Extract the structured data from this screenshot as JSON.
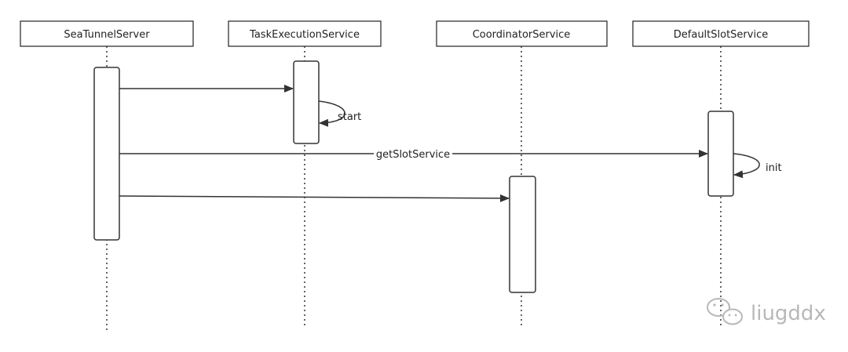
{
  "participants": [
    {
      "id": "seatunnelserver",
      "label": "SeaTunnelServer"
    },
    {
      "id": "taskexecutionservice",
      "label": "TaskExecutionService"
    },
    {
      "id": "coordinatorservice",
      "label": "CoordinatorService"
    },
    {
      "id": "defaultslotservice",
      "label": "DefaultSlotService"
    }
  ],
  "messages": [
    {
      "id": "m1",
      "from": "SeaTunnelServer",
      "to": "TaskExecutionService",
      "label": ""
    },
    {
      "id": "m2",
      "from": "TaskExecutionService",
      "to": "TaskExecutionService",
      "label": "start"
    },
    {
      "id": "m3",
      "from": "SeaTunnelServer",
      "to": "DefaultSlotService",
      "label": "getSlotService"
    },
    {
      "id": "m4",
      "from": "DefaultSlotService",
      "to": "DefaultSlotService",
      "label": "init"
    },
    {
      "id": "m5",
      "from": "SeaTunnelServer",
      "to": "CoordinatorService",
      "label": ""
    }
  ],
  "watermark": {
    "icon": "wechat-icon",
    "text": "liugddx"
  },
  "colors": {
    "line": "#333333",
    "box": "#ffffff",
    "watermark": "#b8b8b8"
  }
}
